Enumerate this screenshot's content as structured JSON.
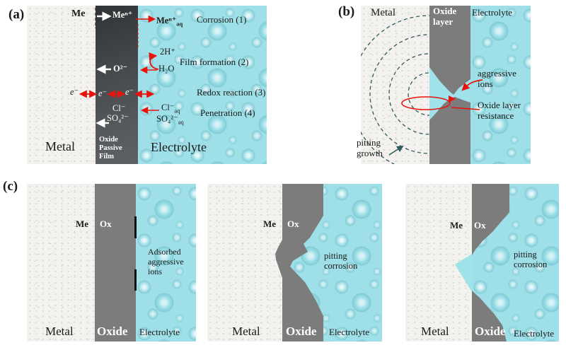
{
  "figure": {
    "panel_a": {
      "tag": "(a)",
      "regions": {
        "metal_top": "Me",
        "metal": "Metal",
        "electrolyte": "Electrolyte",
        "film": "Oxide\nPassive\nFilm"
      },
      "species": {
        "me_film": "Meⁿ⁺",
        "me_aq": "Meⁿ⁺",
        "me_aq_sub": "aq",
        "oxide_ion": "O²⁻",
        "proton": "2H⁺",
        "water": "H₂O",
        "e_metal": "e⁻",
        "e_film": "e⁻",
        "e_interface": "e⁻",
        "cl_film": "Cl⁻",
        "so4_film": "SO₄²⁻",
        "cl_aq": "Cl⁻",
        "cl_aq_sub": "aq",
        "so4_aq": "SO₄²⁻",
        "so4_aq_sub": "aq"
      },
      "processes": [
        "Corrosion (1)",
        "Film formation (2)",
        "Redox reaction (3)",
        "Penetration (4)"
      ]
    },
    "panel_b": {
      "tag": "(b)",
      "regions": {
        "metal": "Metal",
        "oxide": "Oxide\nlayer",
        "electrolyte": "Electrolyte"
      },
      "annotations": {
        "aggressive_ions": "aggressive\nions",
        "resistance": "Oxide layer\nresistance",
        "pitting_growth": "pitting\ngrowth"
      }
    },
    "panel_c": {
      "tag": "(c)",
      "stages": [
        {
          "me": "Me",
          "ox": "Ox",
          "note": "Adsorbed\naggressive\nions",
          "metal": "Metal",
          "oxide": "Oxide",
          "electrolyte": "Electrolyte"
        },
        {
          "me": "Me",
          "ox": "Ox",
          "note": "pitting\ncorrosion",
          "metal": "Metal",
          "oxide": "Oxide",
          "electrolyte": "Electrolyte"
        },
        {
          "me": "Me",
          "ox": "Ox",
          "note": "pitting\ncorrosion",
          "metal": "Metal",
          "oxide": "Oxide",
          "electrolyte": "Electrolyte"
        }
      ]
    },
    "colors": {
      "electrolyte": "#9fdfe7",
      "oxide_film_dark": "#45494b",
      "oxide_gray": "#7c7c7c",
      "annotation_red": "#ea130c",
      "dashed_teal": "#2f5a60"
    }
  }
}
